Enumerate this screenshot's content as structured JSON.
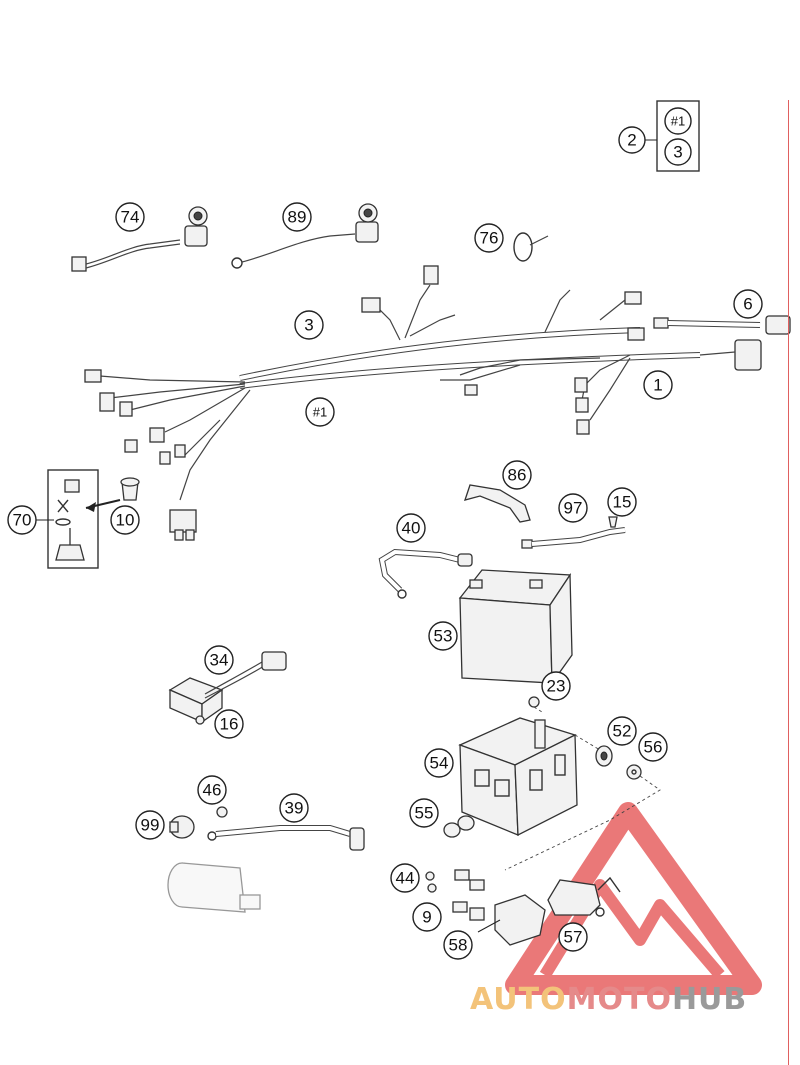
{
  "callouts": [
    {
      "id": "c2",
      "label": "2"
    },
    {
      "id": "c1a",
      "label": "#1"
    },
    {
      "id": "c3a",
      "label": "3"
    },
    {
      "id": "c74",
      "label": "74"
    },
    {
      "id": "c89",
      "label": "89"
    },
    {
      "id": "c76",
      "label": "76"
    },
    {
      "id": "c6",
      "label": "6"
    },
    {
      "id": "c3b",
      "label": "3"
    },
    {
      "id": "c1b",
      "label": "#1"
    },
    {
      "id": "c1",
      "label": "1"
    },
    {
      "id": "c70",
      "label": "70"
    },
    {
      "id": "c10",
      "label": "10"
    },
    {
      "id": "c86",
      "label": "86"
    },
    {
      "id": "c97",
      "label": "97"
    },
    {
      "id": "c15",
      "label": "15"
    },
    {
      "id": "c40",
      "label": "40"
    },
    {
      "id": "c53",
      "label": "53"
    },
    {
      "id": "c34",
      "label": "34"
    },
    {
      "id": "c16",
      "label": "16"
    },
    {
      "id": "c23",
      "label": "23"
    },
    {
      "id": "c52",
      "label": "52"
    },
    {
      "id": "c56",
      "label": "56"
    },
    {
      "id": "c54",
      "label": "54"
    },
    {
      "id": "c46",
      "label": "46"
    },
    {
      "id": "c39",
      "label": "39"
    },
    {
      "id": "c99",
      "label": "99"
    },
    {
      "id": "c55",
      "label": "55"
    },
    {
      "id": "c44",
      "label": "44"
    },
    {
      "id": "c9",
      "label": "9"
    },
    {
      "id": "c58",
      "label": "58"
    },
    {
      "id": "c57",
      "label": "57"
    }
  ],
  "watermark": {
    "part1": "AUTO",
    "part2": "MOTO",
    "part3": "HUB",
    "colors": {
      "auto": "#f3c37a",
      "moto": "#e58a8a",
      "hub": "#9a9a9a",
      "logo": "#e34b4b"
    }
  }
}
